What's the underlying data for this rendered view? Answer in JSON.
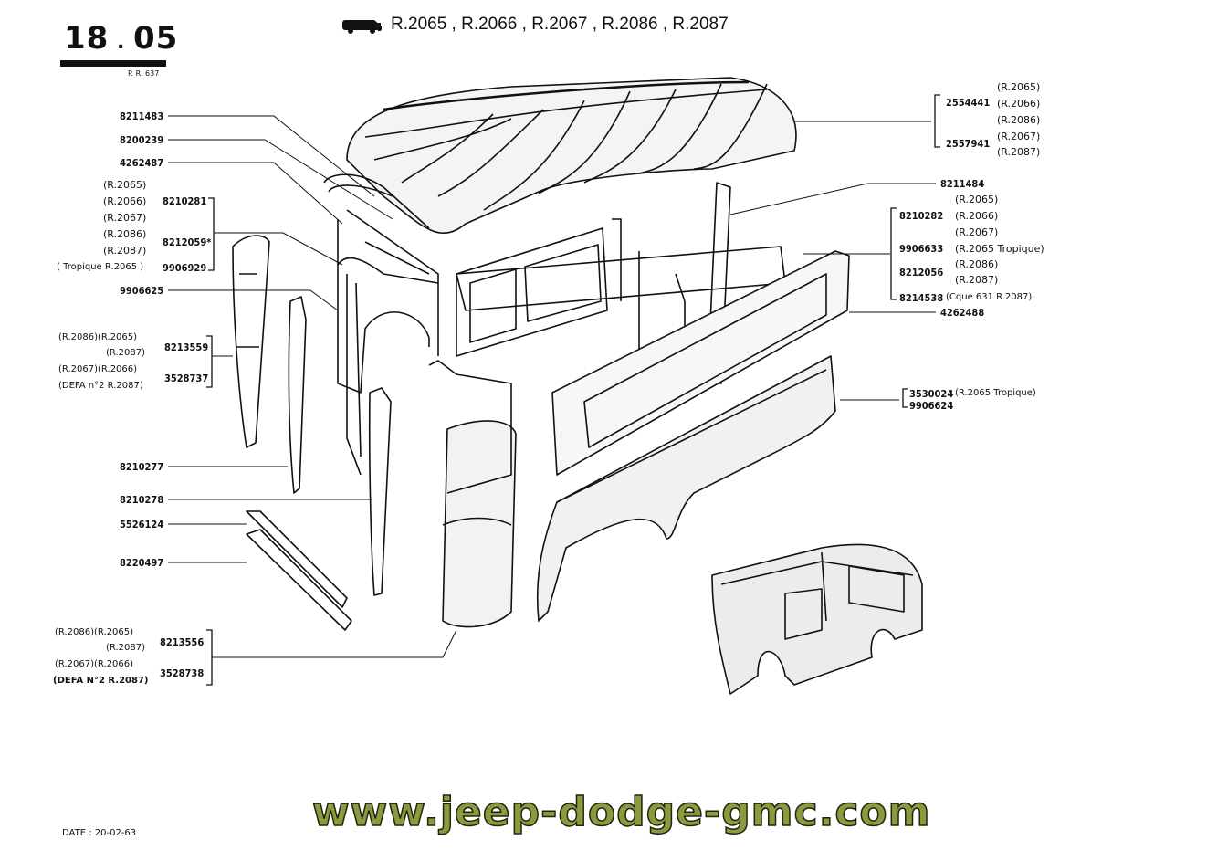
{
  "header": {
    "section": "18",
    "subsection": "05",
    "ref": "P. R. 637",
    "models": "R.2065 , R.2066 , R.2067 , R.2086 , R.2087"
  },
  "left_parts": {
    "p1": "8211483",
    "p2": "8200239",
    "p3": "4262487",
    "g1_v1": "(R.2065)",
    "g1_v2": "(R.2066)",
    "g1_v3": "(R.2067)",
    "g1_num1": "8210281",
    "g1_v4": "(R.2086)",
    "g1_v5": "(R.2087)",
    "g1_num2": "8212059*",
    "g1_v6": "( Tropique R.2065 )",
    "g1_num3": "9906929",
    "p4": "9906625",
    "g2_v1": "(R.2086)(R.2065)",
    "g2_v2": "(R.2087)",
    "g2_num1": "8213559",
    "g2_v3": "(R.2067)(R.2066)",
    "g2_v4": "(DEFA n°2  R.2087)",
    "g2_num2": "3528737",
    "p5": "8210277",
    "p6": "8210278",
    "p7": "5526124",
    "p8": "8220497",
    "g3_v1": "(R.2086)(R.2065)",
    "g3_v2": "(R.2087)",
    "g3_num1": "8213556",
    "g3_v3": "(R.2067)(R.2066)",
    "g3_v4": "(DEFA N°2  R.2087)",
    "g3_num2": "3528738"
  },
  "right_parts": {
    "roof1": "2554441",
    "roof1_v1": "(R.2065)",
    "roof1_v2": "(R.2066)",
    "roof1_v3": "(R.2086)",
    "roof2": "2557941",
    "roof2_v1": "(R.2067)",
    "roof2_v2": "(R.2087)",
    "p9": "8211484",
    "s1": "8210282",
    "s1_v1": "(R.2065)",
    "s1_v2": "(R.2066)",
    "s1_v3": "(R.2067)",
    "s2": "9906633",
    "s2_v": "(R.2065 Tropique)",
    "s3": "8212056",
    "s3_v1": "(R.2086)",
    "s3_v2": "(R.2087)",
    "s4": "8214538",
    "s4_v": "(Cque  631  R.2087)",
    "p10": "4262488",
    "p11": "3530024",
    "p11_v": "(R.2065 Tropique)",
    "p12": "9906624"
  },
  "footer": {
    "date": "DATE : 20-02-63",
    "website": "www.jeep-dodge-gmc.com"
  },
  "colors": {
    "ink": "#111111",
    "web_fill": "#8a9a3c",
    "web_stroke": "#1e2410"
  }
}
